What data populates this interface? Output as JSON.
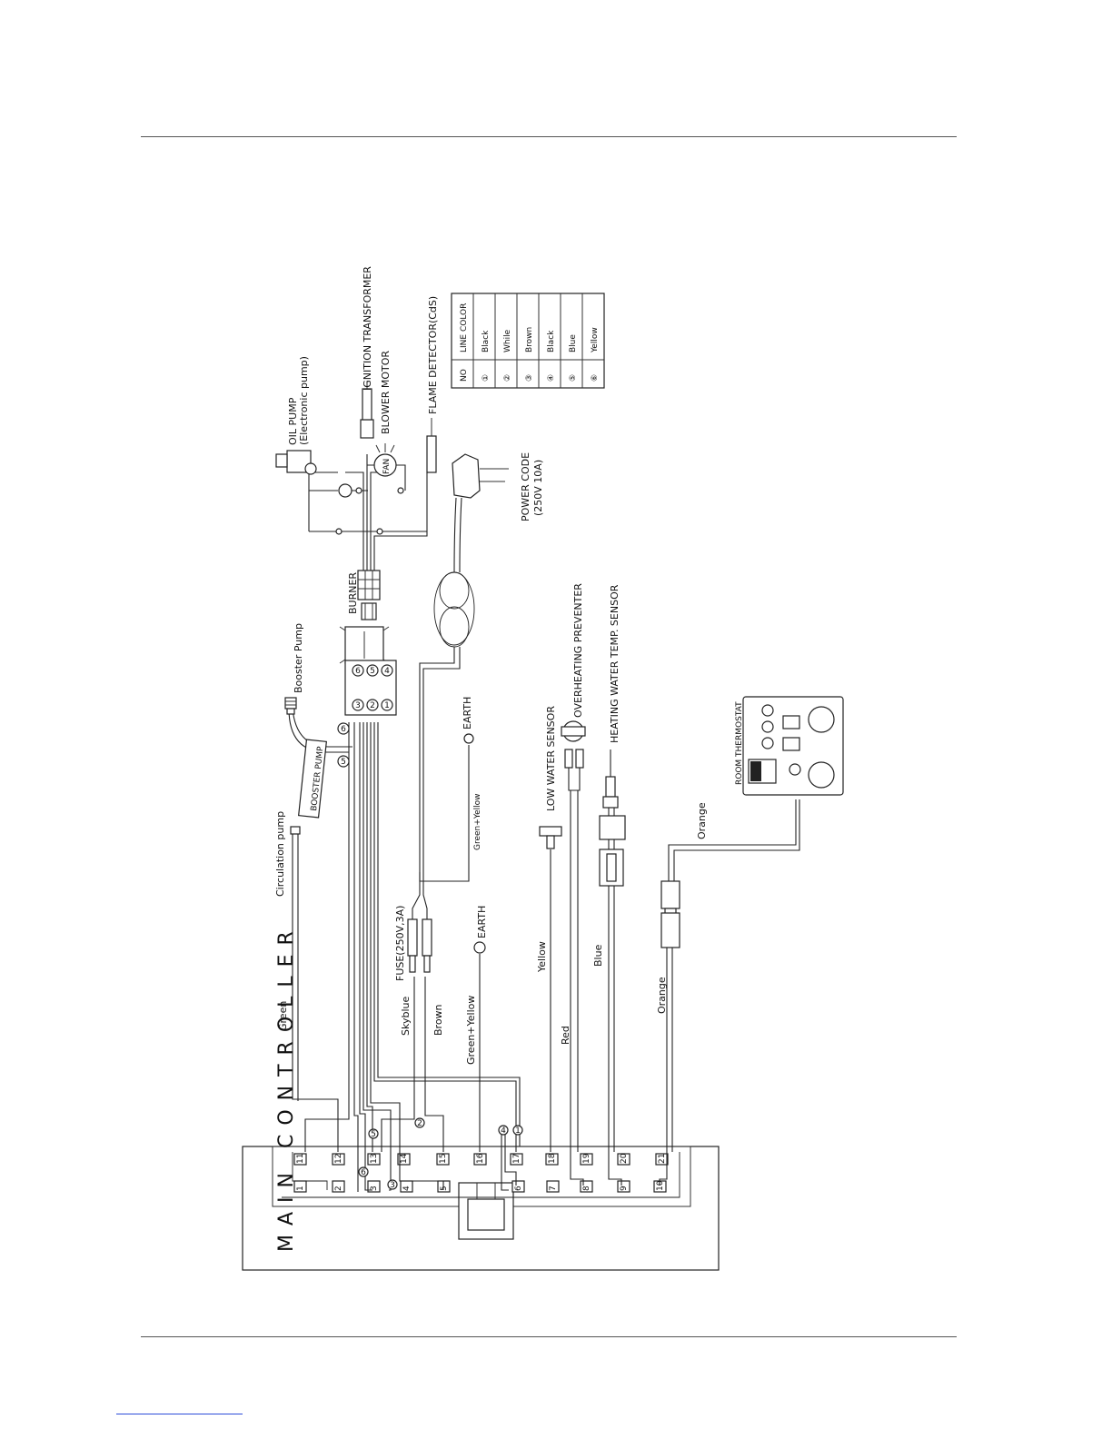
{
  "controller": {
    "label": "MAIN CONTROLLER",
    "terminals_top": [
      "11",
      "12",
      "13",
      "14",
      "15",
      "16",
      "17",
      "18",
      "19",
      "20",
      "21"
    ],
    "terminals_bottom": [
      "1",
      "2",
      "3",
      "4",
      "5",
      "6",
      "7",
      "8",
      "9",
      "10"
    ]
  },
  "components": {
    "oil_pump": "OIL PUMP",
    "oil_pump_sub": "(Electronic pump)",
    "ignition_transformer": "IGNITION TRANSFORMER",
    "blower_motor": "BLOWER MOTOR",
    "fan": "FAN",
    "flame_detector": "FLAME DETECTOR(CdS)",
    "power_code": "POWER CODE",
    "power_code_sub": "(250V 10A)",
    "burner": "BURNER",
    "booster_pump": "Booster Pump",
    "booster_pump_body": "BOOSTER PUMP",
    "circulation_pump": "Circulation pump",
    "earth_1": "EARTH",
    "earth_2": "EARTH",
    "fuse": "FUSE(250V,3A)",
    "low_water_sensor": "LOW WATER SENSOR",
    "overheating_preventer": "OVERHEATING PREVENTER",
    "heating_water_sensor": "HEATING WATER TEMP. SENSOR",
    "room_thermostat": "ROOM THERMOSTAT"
  },
  "wire_labels": {
    "green": "Green",
    "green_yellow_1": "Green+Yellow",
    "green_yellow_2": "Green+Yellow",
    "skyblue": "Skyblue",
    "brown": "Brown",
    "yellow": "Yellow",
    "red": "Red",
    "blue": "Blue",
    "orange_1": "Orange",
    "orange_2": "Orange"
  },
  "connector_pins": [
    "1",
    "2",
    "3",
    "4",
    "5",
    "6"
  ],
  "legend": {
    "header_no": "NO",
    "header_color": "LINE COLOR",
    "rows": [
      {
        "no": "①",
        "color": "Black"
      },
      {
        "no": "②",
        "color": "While"
      },
      {
        "no": "③",
        "color": "Brown"
      },
      {
        "no": "④",
        "color": "Black"
      },
      {
        "no": "⑤",
        "color": "Blue"
      },
      {
        "no": "⑥",
        "color": "Yellow"
      }
    ]
  }
}
